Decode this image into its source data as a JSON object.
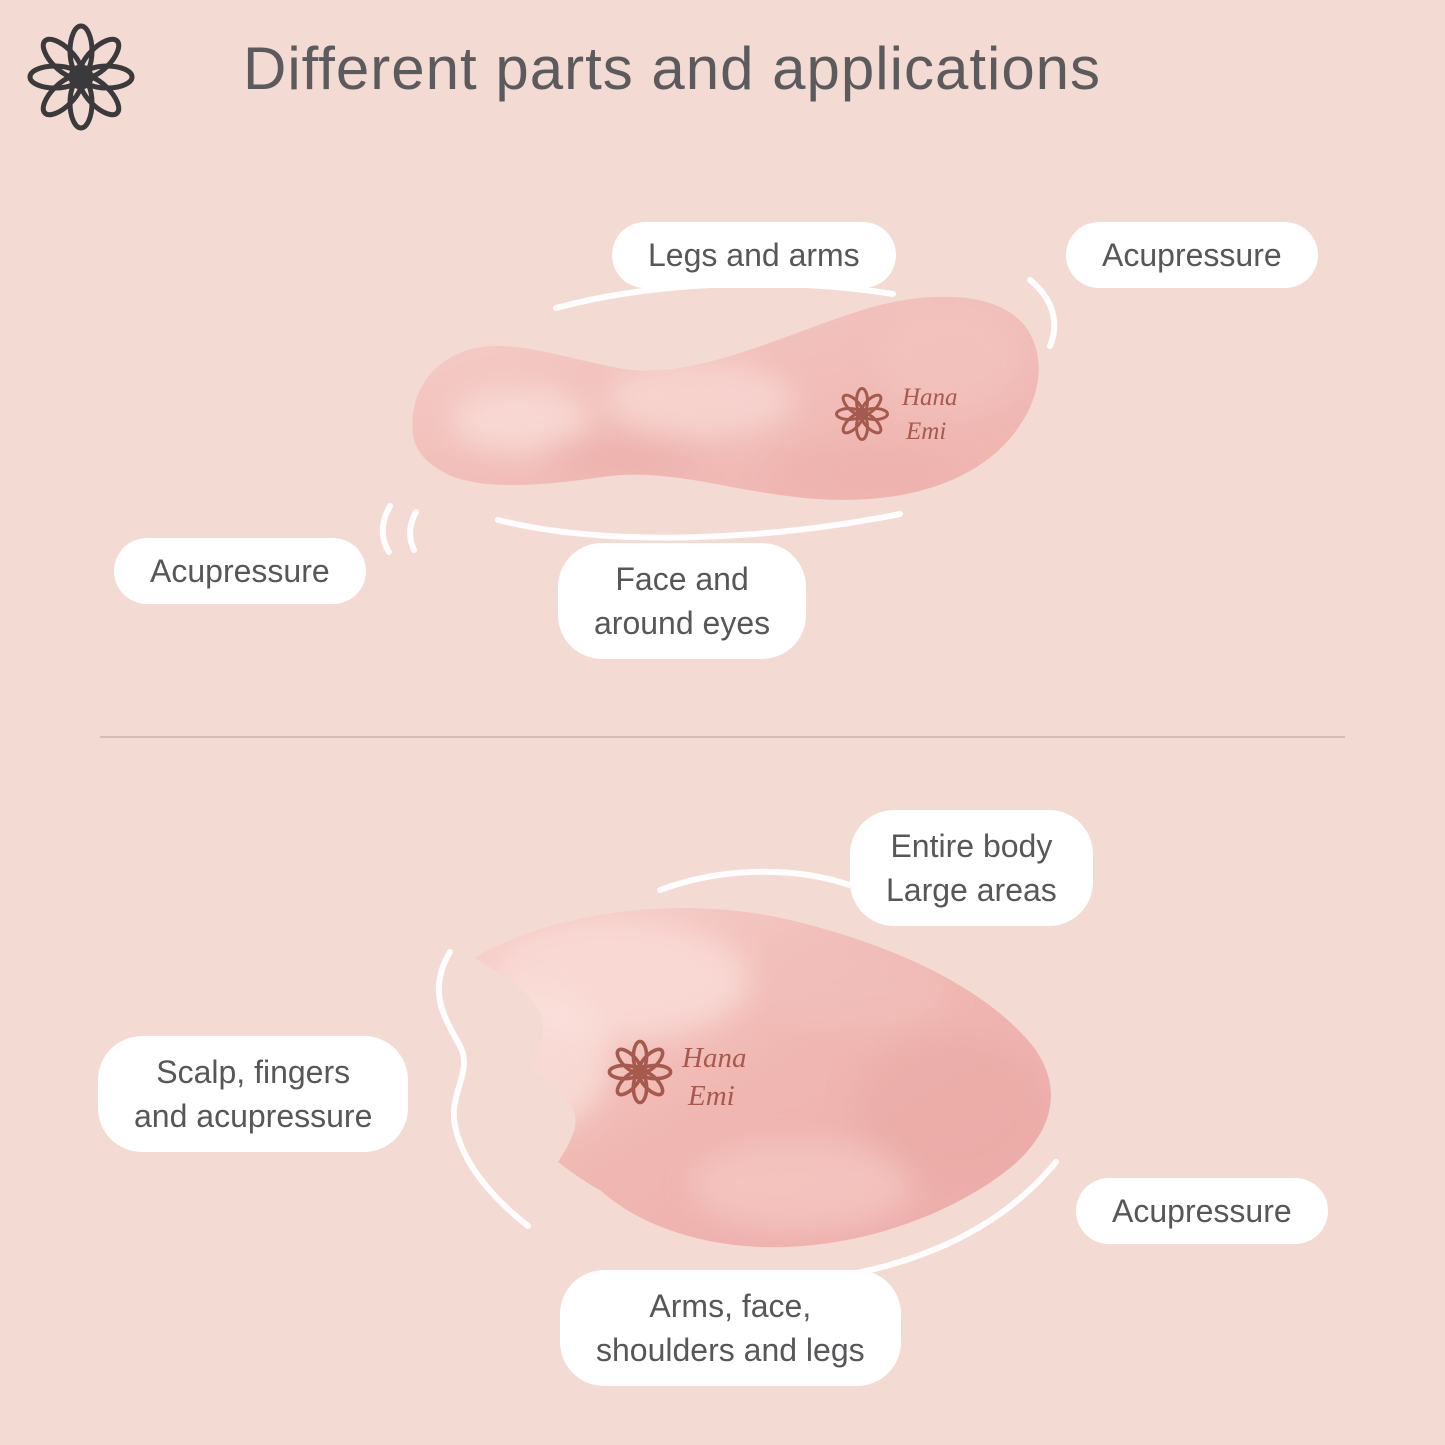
{
  "page": {
    "title": "Different parts and applications"
  },
  "brand": {
    "name_line1": "Hana",
    "name_line2": "Emi",
    "logo_icon": "mandala-flower-icon"
  },
  "tool1": {
    "labels": {
      "top": "Legs and arms",
      "top_right": "Acupressure",
      "left": "Acupressure",
      "bottom_line1": "Face and",
      "bottom_line2": "around eyes"
    }
  },
  "tool2": {
    "labels": {
      "top_right_line1": "Entire body",
      "top_right_line2": "Large areas",
      "left_line1": "Scalp, fingers",
      "left_line2": "and acupressure",
      "right": "Acupressure",
      "bottom_line1": "Arms, face,",
      "bottom_line2": "shoulders and legs"
    }
  },
  "colors": {
    "background": "#f3dad2",
    "title_text": "#5b5b5e",
    "label_text": "#57575a",
    "pill_background": "#ffffff",
    "tool_fill": "#f0bab5",
    "logo_dark": "#3a3a3c",
    "engraving": "#a65a4e",
    "divider": "#bfa39b",
    "guide_line": "#ffffff"
  }
}
